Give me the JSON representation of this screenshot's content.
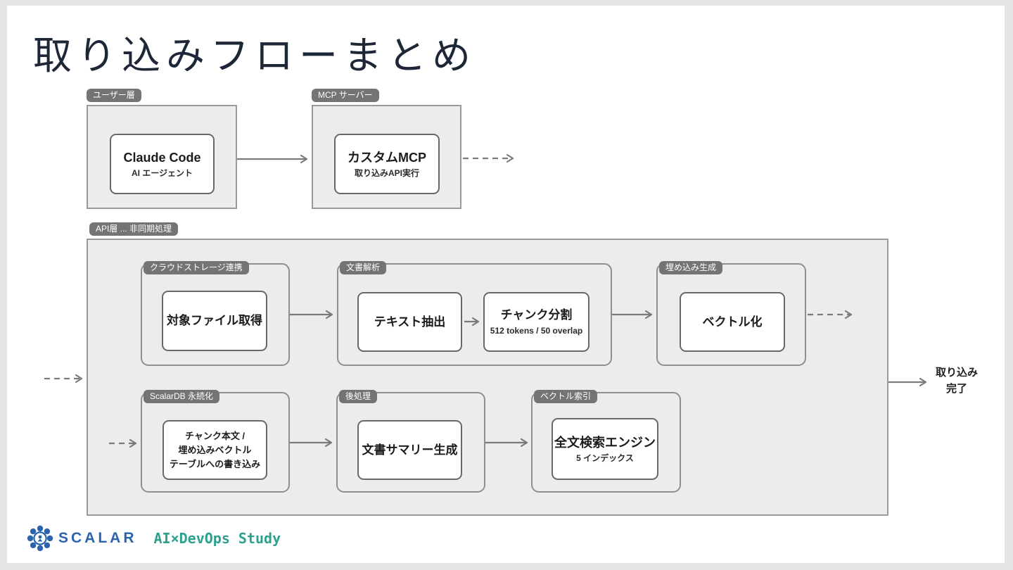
{
  "slide": {
    "title": "取り込みフローまとめ"
  },
  "top_flow": {
    "user_layer": {
      "label": "ユーザー層",
      "node": {
        "title": "Claude Code",
        "subtitle": "AI エージェント"
      }
    },
    "mcp_server": {
      "label": "MCP サーバー",
      "node": {
        "title": "カスタムMCP",
        "subtitle": "取り込みAPI実行"
      }
    }
  },
  "api_layer": {
    "label": "API層 ... 非同期処理",
    "groups": {
      "cloud_storage": {
        "label": "クラウドストレージ連携",
        "node": {
          "title": "対象ファイル取得"
        }
      },
      "doc_analysis": {
        "label": "文書解析",
        "nodes": [
          {
            "title": "テキスト抽出"
          },
          {
            "title": "チャンク分割",
            "subtitle": "512 tokens / 50 overlap"
          }
        ]
      },
      "embedding": {
        "label": "埋め込み生成",
        "node": {
          "title": "ベクトル化"
        }
      },
      "scalardb": {
        "label": "ScalarDB 永続化",
        "node": {
          "lines": [
            "チャンク本文 /",
            "埋め込みベクトル",
            "テーブルへの書き込み"
          ]
        }
      },
      "post_process": {
        "label": "後処理",
        "node": {
          "title": "文書サマリー生成"
        }
      },
      "vector_index": {
        "label": "ベクトル索引",
        "node": {
          "title": "全文検索エンジン",
          "subtitle": "5 インデックス"
        }
      }
    }
  },
  "completion": {
    "line1": "取り込み",
    "line2": "完了"
  },
  "footer": {
    "brand": "SCALAR",
    "event": "AI×DevOps Study"
  },
  "colors": {
    "title_navy": "#1e2737",
    "box_fill": "#ececec",
    "box_border": "#9a9a9a",
    "pill_bg": "#747474",
    "node_border": "#686868",
    "arrow_gray": "#7a7a7a",
    "brand_blue": "#2b63ad",
    "brand_teal": "#2da08e"
  }
}
